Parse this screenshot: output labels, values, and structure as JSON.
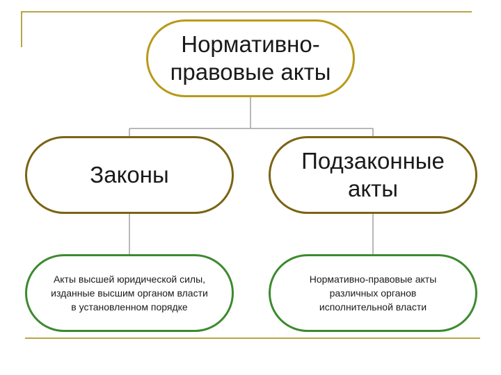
{
  "diagram": {
    "root": {
      "lines": [
        "Нормативно-",
        "правовые акты"
      ]
    },
    "laws": {
      "lines": [
        "Законы"
      ],
      "description": [
        "Акты высшей юридической силы,",
        "изданные высшим органом власти",
        "в установленном порядке"
      ]
    },
    "bylaws": {
      "lines": [
        "Подзаконные",
        "акты"
      ],
      "description": [
        "Нормативно-правовые акты",
        "различных органов",
        "исполнительной власти"
      ]
    }
  },
  "colors": {
    "frame": "#b8a448",
    "root_border": "#b89a18",
    "level1_border": "#7a6414",
    "level2_border": "#3c8a2e",
    "connector": "#a0a0a0"
  }
}
